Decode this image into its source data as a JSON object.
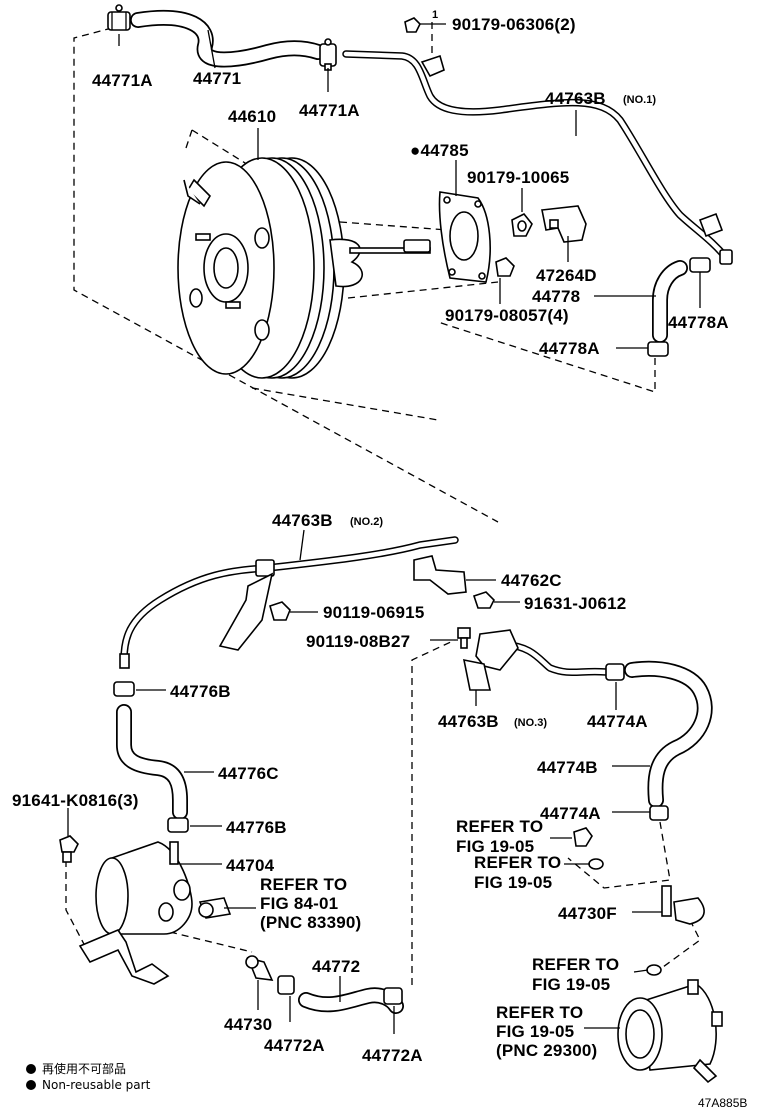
{
  "labels": {
    "p44771A_top": "44771A",
    "p44771": "44771",
    "p44771A_mid": "44771A",
    "nut_top": "90179-06306(2)",
    "nut_top_marker": "1",
    "p44763B_no1": "44763B",
    "p44763B_no1_note": "(NO.1)",
    "p44610": "44610",
    "p44785": "●44785",
    "p90179_10065": "90179-10065",
    "p47264D": "47264D",
    "p44778": "44778",
    "p44778A_right": "44778A",
    "p90179_08057": "90179-08057(4)",
    "p44778A_low": "44778A",
    "p44763B_no2": "44763B",
    "p44763B_no2_note": "(NO.2)",
    "p44762C": "44762C",
    "p90119_06915": "90119-06915",
    "p91631_J0612": "91631-J0612",
    "p90119_08B27": "90119-08B27",
    "p44776B_top": "44776B",
    "p44763B_no3": "44763B",
    "p44763B_no3_note": "(NO.3)",
    "p44774A_top": "44774A",
    "p44776C": "44776C",
    "p44774B": "44774B",
    "p91641_K0816": "91641-K0816(3)",
    "p44776B_low": "44776B",
    "p44774A_low": "44774A",
    "p44704": "44704",
    "p44730F": "44730F",
    "p44772": "44772",
    "p44730": "44730",
    "p44772A_left": "44772A",
    "p44772A_right": "44772A"
  },
  "refs": {
    "ref1": [
      "REFER TO",
      "FIG 19-05"
    ],
    "ref2": [
      "REFER TO",
      "FIG 19-05"
    ],
    "ref3": [
      "REFER TO",
      "FIG 84-01",
      "(PNC 83390)"
    ],
    "ref4": [
      "REFER TO",
      "FIG 19-05"
    ],
    "ref5": [
      "REFER TO",
      "FIG 19-05",
      "(PNC 29300)"
    ]
  },
  "legend": {
    "jp": "再使用不可部品",
    "en": "Non-reusable part"
  },
  "diagram_code": "47A885B"
}
